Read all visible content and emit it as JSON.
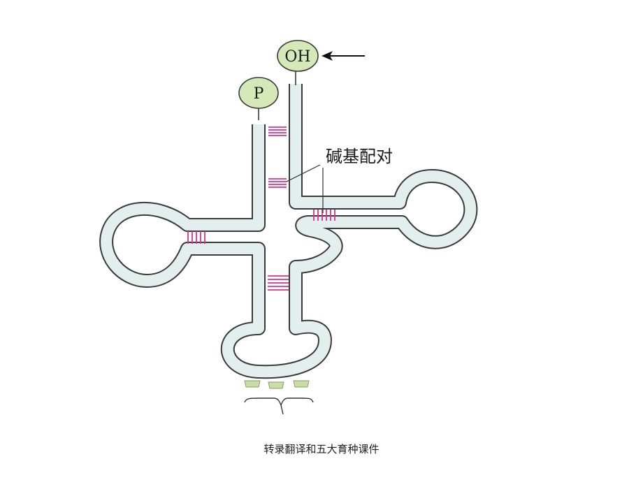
{
  "diagram": {
    "phosphate_label": "P",
    "hydroxyl_label": "OH",
    "base_pairing_label": "碱基配对",
    "colors": {
      "strand_fill": "#e3eeee",
      "strand_outline": "#3a3a3a",
      "terminal_fill": "#d5e8b8",
      "base_pair": "#d6338f",
      "anticodon_base": "#c9dea4"
    }
  },
  "footer": {
    "caption": "转录翻译和五大育种课件"
  }
}
